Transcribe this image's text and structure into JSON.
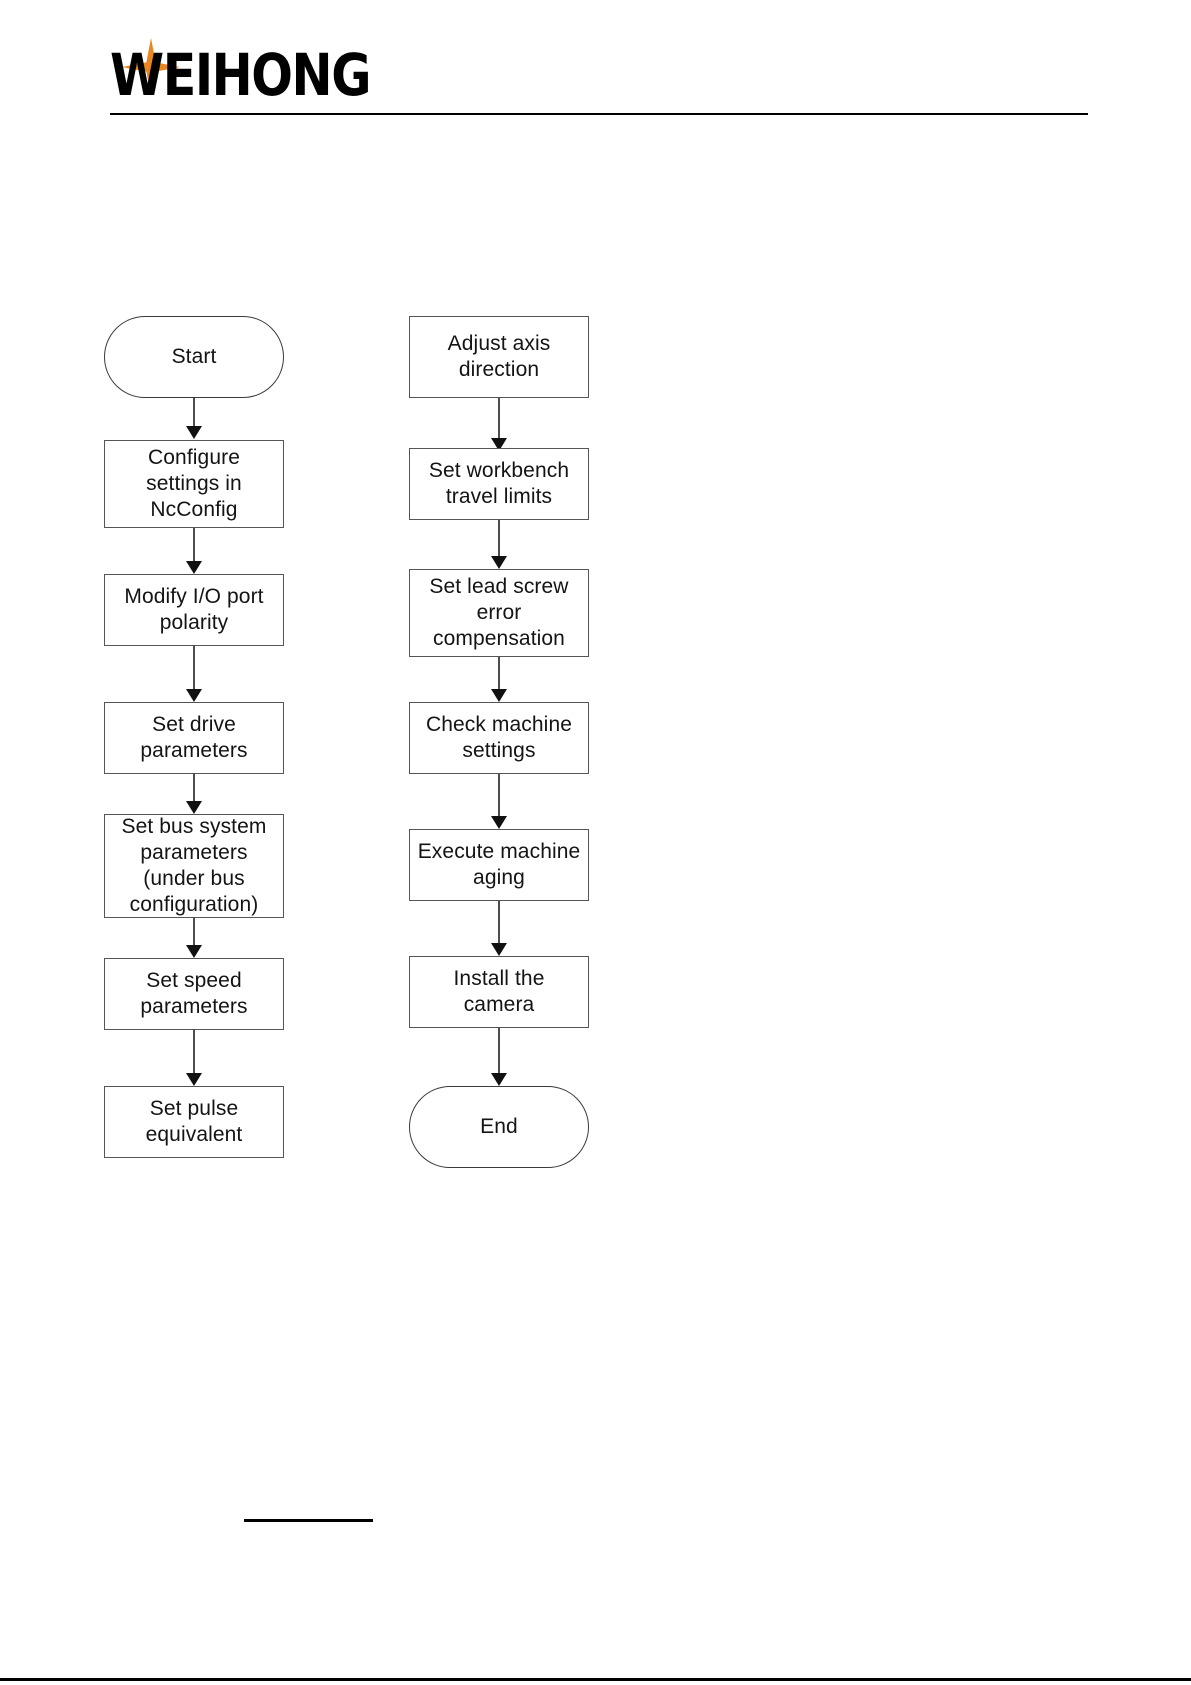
{
  "header": {
    "logo_text": "WEIHONG",
    "logo_star_icon": "four-pointed-star-icon",
    "logo_star_color": "#E8871E",
    "logo_text_color": "#000000"
  },
  "flowchart": {
    "title": "",
    "orientation": "two-column top-to-bottom",
    "node_border_color": "#555555",
    "node_fill_color": "#FFFFFF",
    "connector_color": "#4D4D4D",
    "columns": [
      {
        "name": "left-column",
        "nodes": [
          {
            "id": "start",
            "shape": "terminal",
            "label": "Start"
          },
          {
            "id": "configure-ncconfig",
            "shape": "process",
            "label": "Configure\nsettings in\nNcConfig"
          },
          {
            "id": "modify-io-polarity",
            "shape": "process",
            "label": "Modify I/O port\npolarity"
          },
          {
            "id": "set-drive-parameters",
            "shape": "process",
            "label": "Set drive\nparameters"
          },
          {
            "id": "set-bus-system-parameters",
            "shape": "process",
            "label": "Set bus system\nparameters\n(under bus\nconfiguration)"
          },
          {
            "id": "set-speed-parameters",
            "shape": "process",
            "label": "Set speed\nparameters"
          },
          {
            "id": "set-pulse-equivalent",
            "shape": "process",
            "label": "Set pulse\nequivalent"
          }
        ]
      },
      {
        "name": "right-column",
        "nodes": [
          {
            "id": "adjust-axis-direction",
            "shape": "process",
            "label": "Adjust axis\ndirection"
          },
          {
            "id": "set-workbench-travel-limits",
            "shape": "process",
            "label": "Set workbench\ntravel limits"
          },
          {
            "id": "set-lead-screw-error-compensation",
            "shape": "process",
            "label": "Set lead screw\nerror\ncompensation"
          },
          {
            "id": "check-machine-settings",
            "shape": "process",
            "label": "Check machine\nsettings"
          },
          {
            "id": "execute-machine-aging",
            "shape": "process",
            "label": "Execute machine\naging"
          },
          {
            "id": "install-the-camera",
            "shape": "process",
            "label": "Install the camera"
          },
          {
            "id": "end",
            "shape": "terminal",
            "label": "End"
          }
        ]
      }
    ]
  },
  "page": {
    "footnote_separator": true,
    "footer_rule": true
  }
}
